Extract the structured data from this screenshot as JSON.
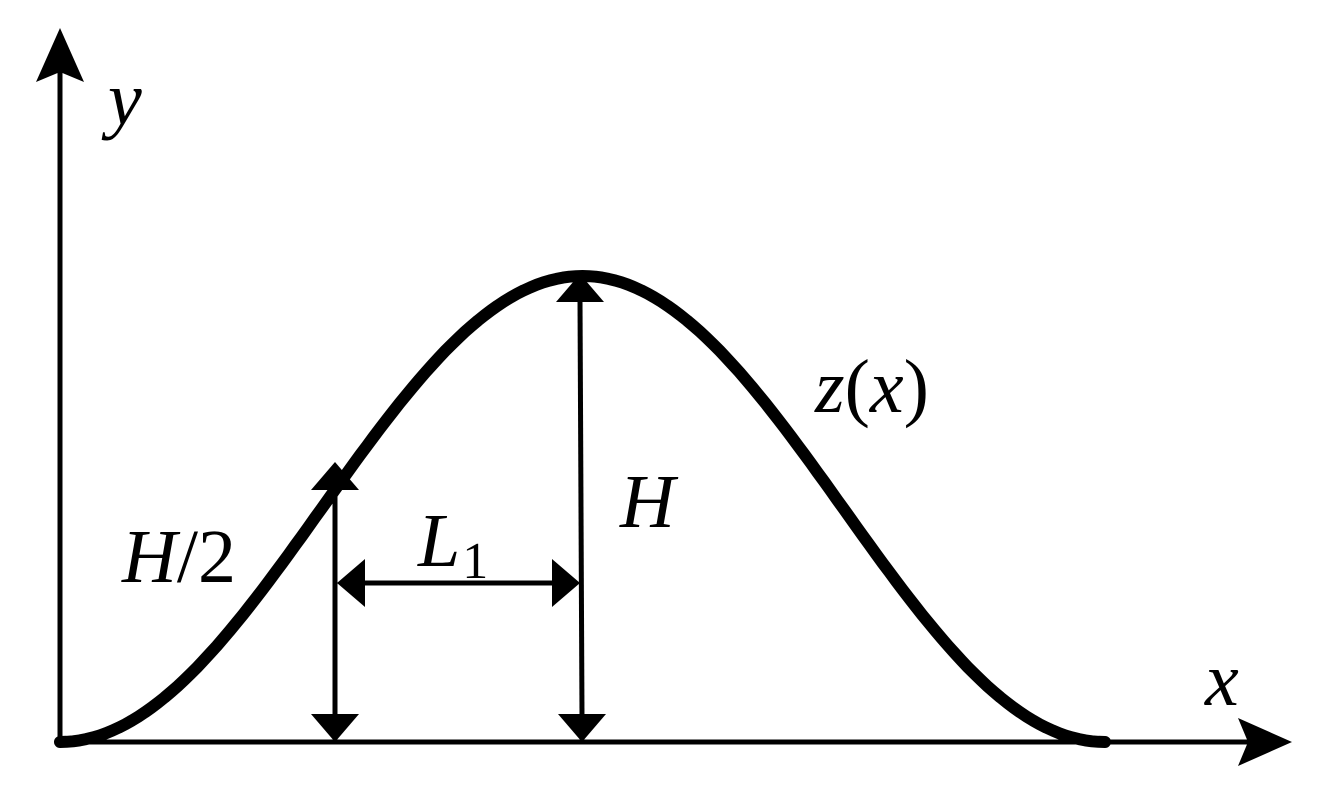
{
  "axes": {
    "x_label": "x",
    "y_label": "y"
  },
  "curve": {
    "label_fn": "z",
    "label_open": "(",
    "label_arg": "x",
    "label_close": ")"
  },
  "dimensions": {
    "height_label": "H",
    "half_height_main": "H",
    "half_height_slash": "/2",
    "half_width_main": "L",
    "half_width_sub": "1"
  },
  "colors": {
    "stroke": "#000000",
    "background": "#ffffff"
  }
}
